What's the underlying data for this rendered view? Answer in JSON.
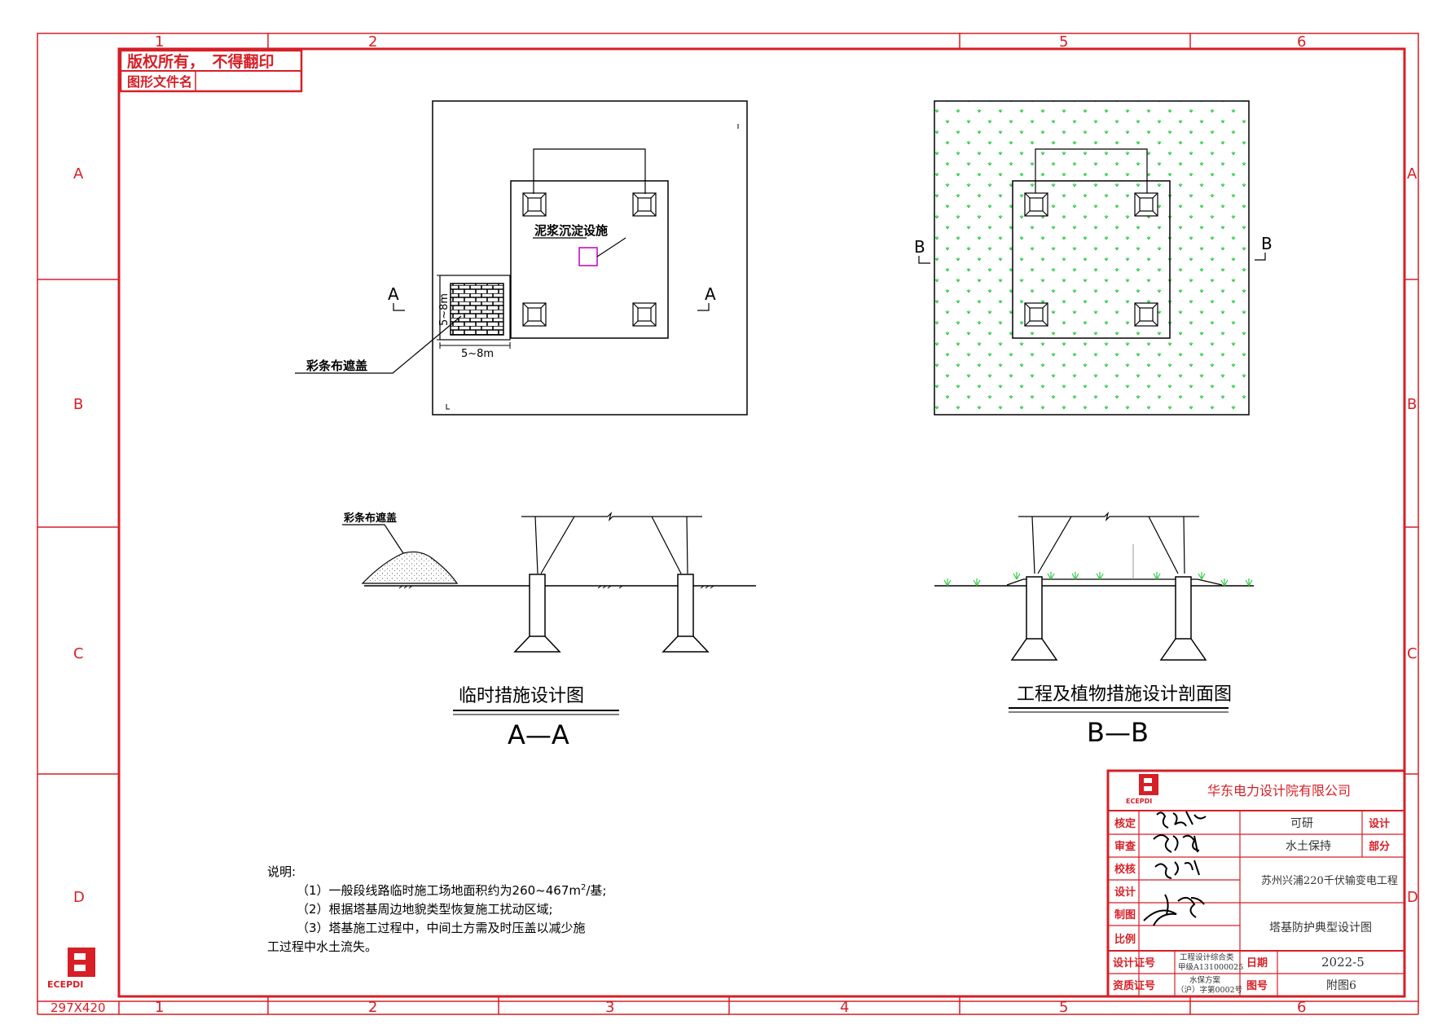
{
  "header": {
    "copyright": "版权所有，　不得翻印",
    "file_label": "图形文件名"
  },
  "frame": {
    "col_marks": [
      "1",
      "2",
      "3",
      "4",
      "5",
      "6"
    ],
    "row_marks": [
      "A",
      "B",
      "C",
      "D"
    ],
    "sheet_size": "297X420"
  },
  "plan_a": {
    "section_left": "A",
    "section_right": "A",
    "sedimentation_label": "泥浆沉淀设施",
    "cover_label": "彩条布遮盖",
    "dim_vertical": "5~8m",
    "dim_horizontal": "5~8m"
  },
  "plan_b": {
    "section_left": "B",
    "section_right": "B"
  },
  "section_a": {
    "cover_label": "彩条布遮盖",
    "title": "临时措施设计图",
    "subtitle": "A—A"
  },
  "section_b": {
    "title": "工程及植物措施设计剖面图",
    "subtitle": "B—B"
  },
  "notes": {
    "heading": "说明:",
    "line1_prefix": "（1）一般段线路临时施工场地面积约为260~467m",
    "line1_sup": "2",
    "line1_suffix": "/基;",
    "line2": "（2）根据塔基周边地貌类型恢复施工扰动区域;",
    "line3": "（3）塔基施工过程中，中间土方需及时压盖以减少施",
    "line4": "工过程中水土流失。"
  },
  "title_block": {
    "company": "华东电力设计院有限公司",
    "logo_text": "ECEPDI",
    "roles": [
      "核定",
      "审查",
      "校核",
      "设计",
      "制图",
      "比例"
    ],
    "stage": "可研",
    "stage_label": "设计",
    "discipline": "水土保持",
    "discipline_label": "部分",
    "project": "苏州兴浦220千伏输变电工程",
    "drawing_title": "塔基防护典型设计图",
    "cert_label": "设计证号",
    "cert_value_1": "工程设计综合类",
    "cert_value_2": "甲级A131000025",
    "qual_label": "资质证号",
    "qual_value_1": "水保方案",
    "qual_value_2": "（沪）字第0002号",
    "date_label": "日期",
    "date_value": "2022-5",
    "drawing_no_label": "图号",
    "drawing_no_value": "附图6"
  },
  "colors": {
    "frame_red": "#d61f26",
    "grass_green": "#2ecc40",
    "sedimentation_magenta": "#c000c0"
  }
}
